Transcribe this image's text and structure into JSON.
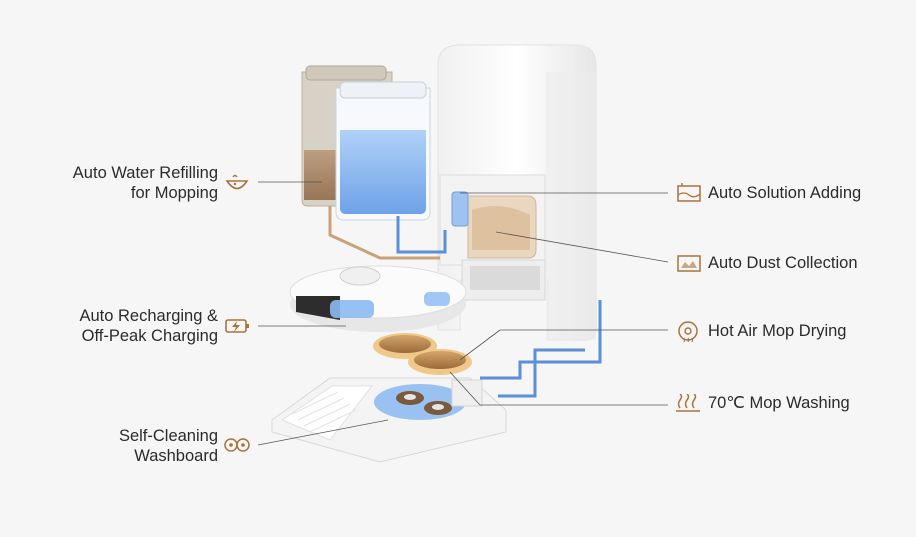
{
  "features": {
    "left": [
      {
        "id": "auto-water-refilling",
        "lines": [
          "Auto Water Refilling",
          "for Mopping"
        ],
        "icon": "water-bowl-icon"
      },
      {
        "id": "auto-recharging",
        "lines": [
          "Auto Recharging &",
          "Off-Peak Charging"
        ],
        "icon": "battery-bolt-icon"
      },
      {
        "id": "self-cleaning-washboard",
        "lines": [
          "Self-Cleaning",
          "Washboard"
        ],
        "icon": "washboard-gears-icon"
      }
    ],
    "right": [
      {
        "id": "auto-solution-adding",
        "lines": [
          "Auto Solution Adding"
        ],
        "icon": "solution-tank-icon"
      },
      {
        "id": "auto-dust-collection",
        "lines": [
          "Auto Dust Collection"
        ],
        "icon": "dust-bag-icon"
      },
      {
        "id": "hot-air-mop-drying",
        "lines": [
          "Hot Air Mop Drying"
        ],
        "icon": "hot-air-dryer-icon"
      },
      {
        "id": "mop-washing",
        "lines": [
          "70℃ Mop Washing"
        ],
        "icon": "steam-wash-icon"
      }
    ]
  },
  "colors": {
    "background": "#f6f6f6",
    "icon_accent": "#a8733a",
    "leader_line": "#555555",
    "water_pipe": "#5b8fd8",
    "dirty_pipe": "#c9a27a",
    "clean_water": "#7eb0ee",
    "dirty_water": "#a07a55",
    "device_white": "#fbfbfb"
  }
}
